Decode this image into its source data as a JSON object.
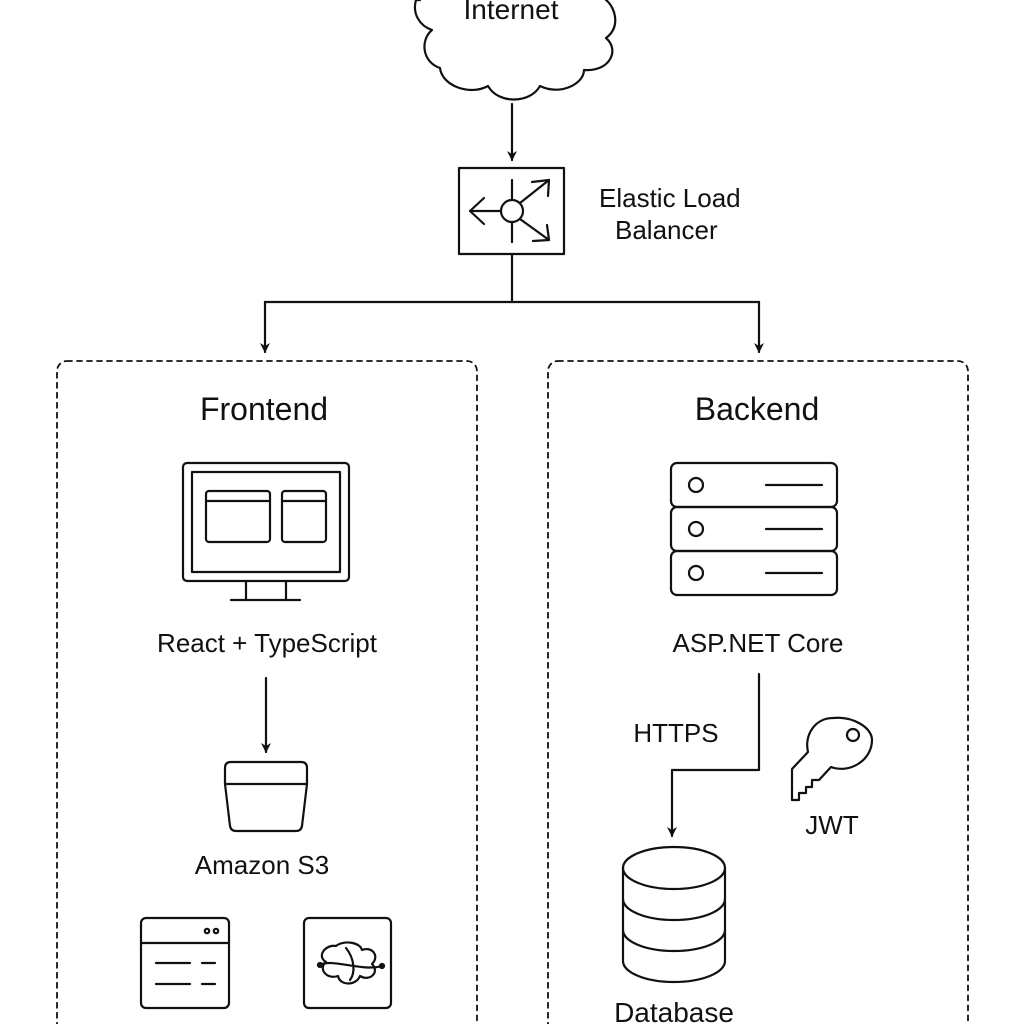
{
  "internet": {
    "label": "Internet"
  },
  "load_balancer": {
    "label_line1": "Elastic Load",
    "label_line2": "Balancer"
  },
  "frontend": {
    "title": "Frontend",
    "app_label": "React + TypeScript",
    "storage_label": "Amazon S3"
  },
  "backend": {
    "title": "Backend",
    "server_label": "ASP.NET Core",
    "link_label": "HTTPS",
    "auth_label": "JWT",
    "db_label": "Database"
  },
  "colors": {
    "stroke": "#111111",
    "background": "#ffffff"
  },
  "icons": [
    "cloud-icon",
    "load-balancer-icon",
    "monitor-icon",
    "bucket-icon",
    "browser-window-icon",
    "cloudfront-icon",
    "server-rack-icon",
    "key-icon",
    "database-icon"
  ]
}
